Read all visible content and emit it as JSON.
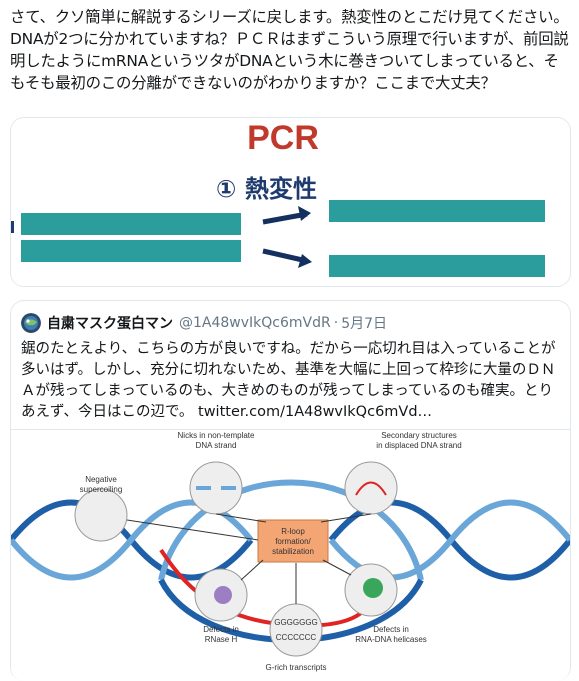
{
  "tweet": {
    "text": "さて、クソ簡単に解説するシリーズに戻します。熱変性のとこだけ見てください。DNAが2つに分かれていますね？ＰＣＲはまずこういう原理で行いますが、前回説明したようにmRNAというツタがDNAという木に巻きついてしまっていると、そもそも最初のこの分離ができないのがわかりますか？ここまで大丈夫？"
  },
  "media": {
    "title": "PCR",
    "step_number": "①",
    "step_label": "熱変性",
    "colors": {
      "title": "#c0392b",
      "step": "#1f3b6e",
      "strand": "#2a9d9c",
      "arrow": "#14305e"
    }
  },
  "quote": {
    "display_name": "自粛マスク蛋白マン",
    "handle": "@1A48wvIkQc6mVdR",
    "separator": "·",
    "date": "5月7日",
    "text": "鋸のたとえより、こちらの方が良いですね。だから一応切れ目は入っていることが多いはず。しかし、充分に切れないため、基準を大幅に上回って枠珍に大量のＤＮＡが残ってしまっているのも、大きめのものが残ってしまっているのも確実。とりあえず、今日はこの辺で。",
    "link": "twitter.com/1A48wvIkQc6mVd…",
    "diagram": {
      "labels": {
        "nicks": "Nicks in non-template",
        "nicks2": "DNA strand",
        "secondary": "Secondary structures",
        "secondary2": "in displaced DNA strand",
        "negative": "Negative",
        "negative2": "supercoiling",
        "rloop1": "R-loop",
        "rloop2": "formation/",
        "rloop3": "stabilization",
        "defects_rnase": "Defects in",
        "defects_rnase2": "RNase H",
        "defects_heli": "Defects in",
        "defects_heli2": "RNA-DNA helicases",
        "grich": "G-rich transcripts",
        "gseq": "GGGGGGG",
        "cseq": "CCCCCCC"
      },
      "colors": {
        "dark_strand": "#1f5fa8",
        "light_strand": "#6aa6d8",
        "rna": "#e02424",
        "box": "#f4a574"
      }
    }
  }
}
